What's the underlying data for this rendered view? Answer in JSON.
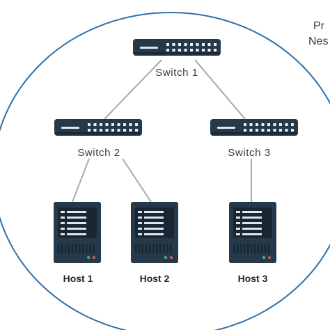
{
  "diagram": {
    "region_label_lines": [
      "Pr",
      "Nes"
    ],
    "switches": [
      {
        "id": "s1",
        "label": "Switch 1"
      },
      {
        "id": "s2",
        "label": "Switch 2"
      },
      {
        "id": "s3",
        "label": "Switch 3"
      }
    ],
    "hosts": [
      {
        "id": "h1",
        "label": "Host 1"
      },
      {
        "id": "h2",
        "label": "Host 2"
      },
      {
        "id": "h3",
        "label": "Host 3"
      }
    ],
    "links": [
      {
        "from": "s1",
        "to": "s2"
      },
      {
        "from": "s1",
        "to": "s3"
      },
      {
        "from": "s2",
        "to": "h1"
      },
      {
        "from": "s2",
        "to": "h2"
      },
      {
        "from": "s3",
        "to": "h3"
      }
    ],
    "colors": {
      "boundary": "#2d6fa8",
      "link": "#a9a9a9",
      "device_body": "#26394a",
      "device_dark": "#1a2733",
      "panel_light": "#dfe7ee",
      "port": "#eef2f5",
      "led_green": "#3fbf6f",
      "led_red": "#e05555"
    }
  }
}
